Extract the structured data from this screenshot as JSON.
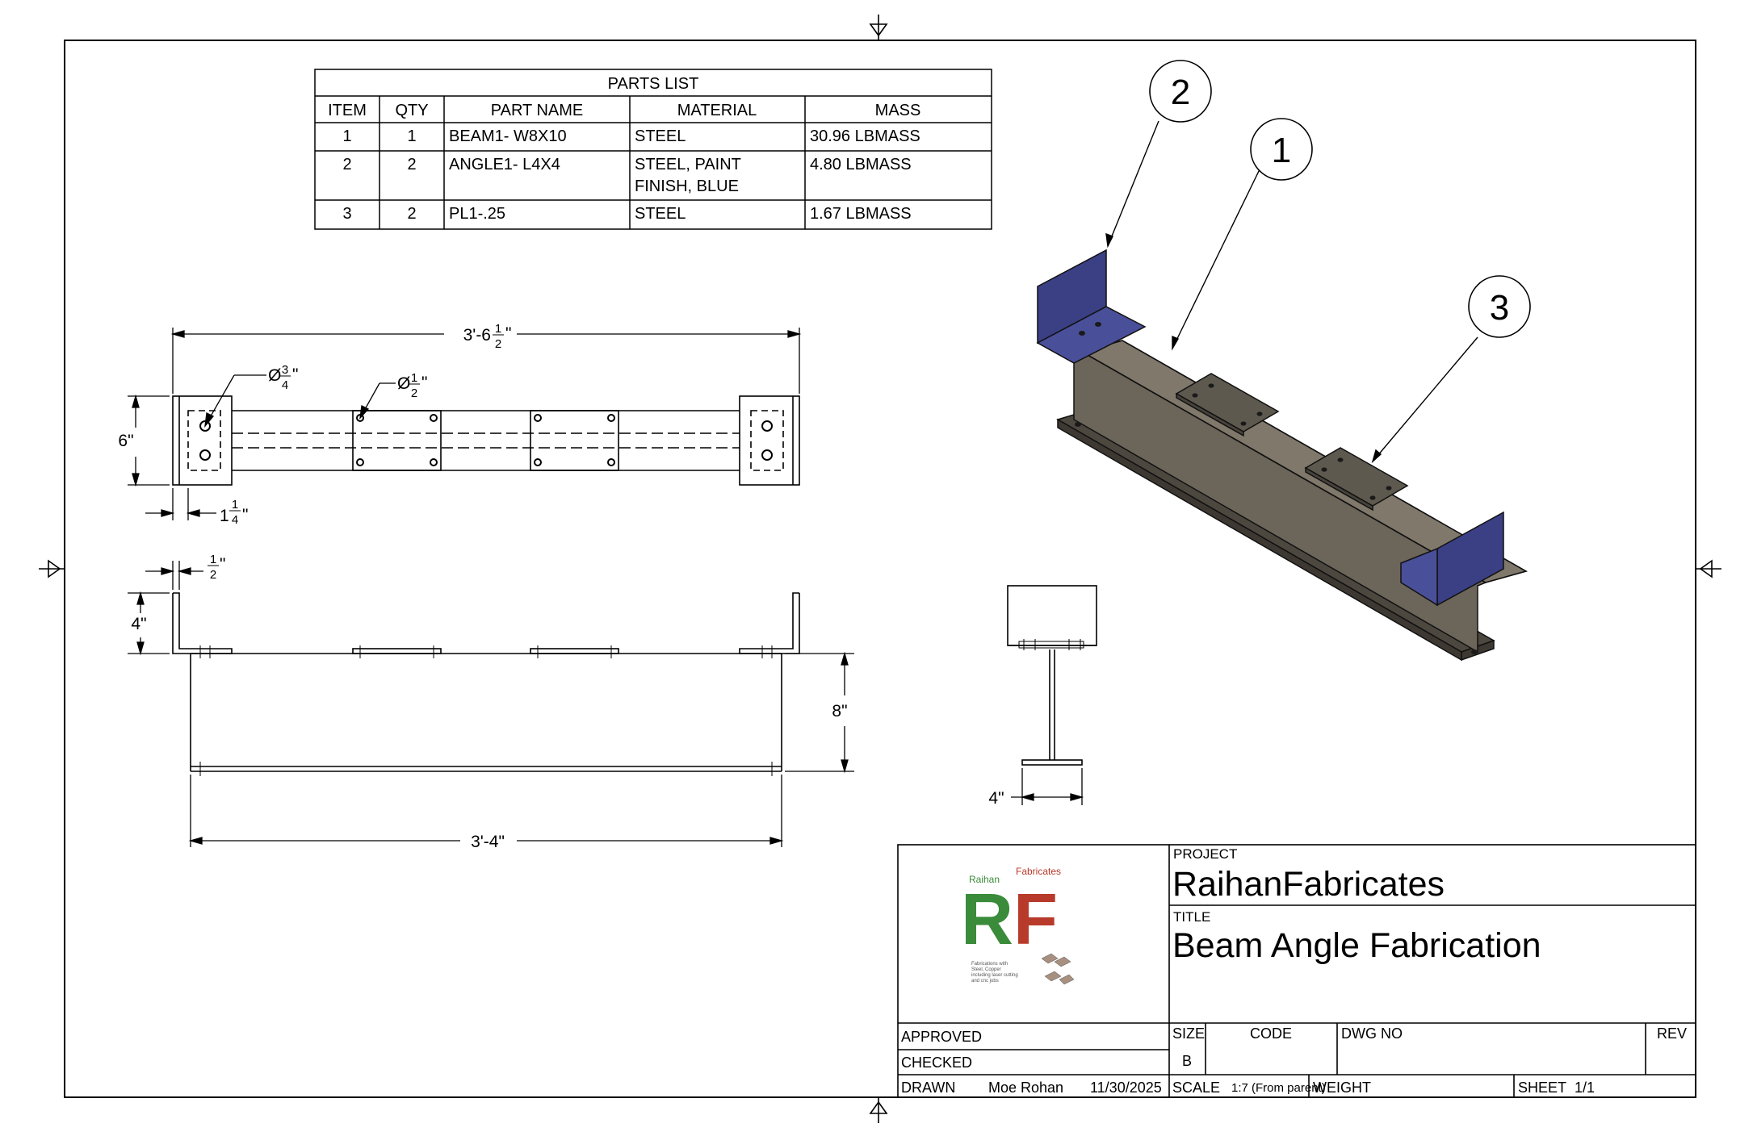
{
  "parts_list": {
    "title": "PARTS LIST",
    "headers": [
      "ITEM",
      "QTY",
      "PART NAME",
      "MATERIAL",
      "MASS"
    ],
    "rows": [
      {
        "item": "1",
        "qty": "1",
        "part_name": "BEAM1- W8X10",
        "material": [
          "STEEL"
        ],
        "mass": "30.96 LBMASS"
      },
      {
        "item": "2",
        "qty": "2",
        "part_name": "ANGLE1- L4X4",
        "material": [
          "STEEL, PAINT",
          "FINISH, BLUE"
        ],
        "mass": "4.80 LBMASS"
      },
      {
        "item": "3",
        "qty": "2",
        "part_name": "PL1-.25",
        "material": [
          "STEEL"
        ],
        "mass": "1.67 LBMASS"
      }
    ]
  },
  "dimensions": {
    "overall_length": "3'-6",
    "overall_length_frac": {
      "num": "1",
      "den": "2"
    },
    "hole_large": "Ø",
    "hole_large_frac": {
      "num": "3",
      "den": "4"
    },
    "hole_small": "Ø",
    "hole_small_frac": {
      "num": "1",
      "den": "2"
    },
    "width": "6\"",
    "edge_offset": "1",
    "edge_offset_frac": {
      "num": "1",
      "den": "4"
    },
    "angle_thickness_frac": {
      "num": "1",
      "den": "2"
    },
    "angle_height": "4\"",
    "beam_depth": "8\"",
    "beam_length": "3'-4\"",
    "flange_width": "4\"",
    "inch_mark": "\""
  },
  "balloons": [
    "1",
    "2",
    "3"
  ],
  "title_block": {
    "project_label": "PROJECT",
    "project": "RaihanFabricates",
    "title_label": "TITLE",
    "title": "Beam Angle Fabrication",
    "approved_label": "APPROVED",
    "checked_label": "CHECKED",
    "drawn_label": "DRAWN",
    "drawn_by": "Moe Rohan",
    "drawn_date": "11/30/2025",
    "size_label": "SIZE",
    "size": "B",
    "code_label": "CODE",
    "dwg_no_label": "DWG NO",
    "rev_label": "REV",
    "scale_label": "SCALE",
    "scale": "1:7 (From parent)",
    "weight_label": "WEIGHT",
    "sheet_label": "SHEET",
    "sheet": "1/1"
  },
  "logo": {
    "word_left": "Raihan",
    "word_right": "Fabricates",
    "letters": "RF",
    "caption": [
      "Fabrications with",
      "Steel, Copper",
      "including laser cutting",
      "and cnc jobs"
    ]
  },
  "colors": {
    "angle_blue": "#3b3f84",
    "beam_gray": "#6b655a",
    "logo_green": "#3a8b3a",
    "logo_red": "#b83a2a"
  }
}
